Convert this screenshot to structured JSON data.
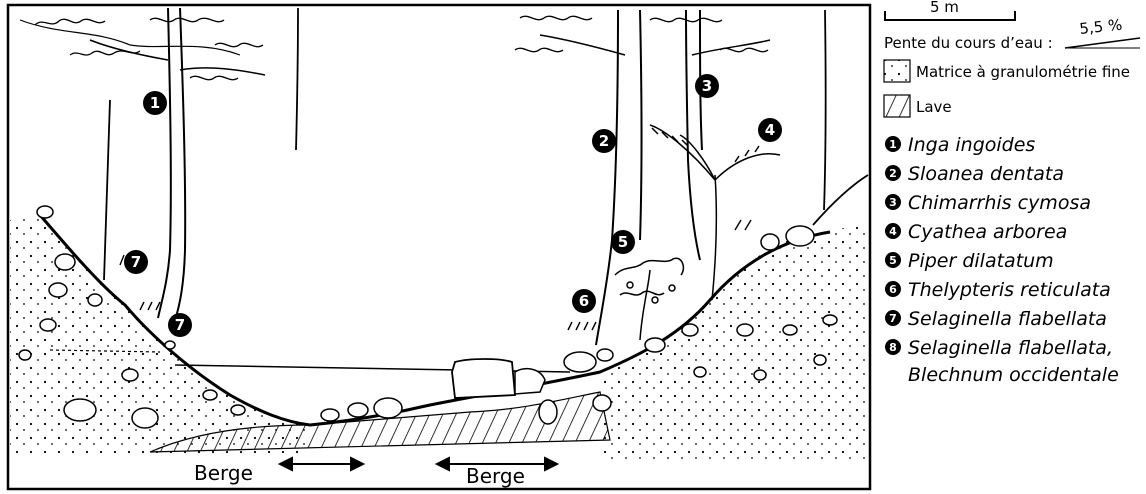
{
  "diagram": {
    "bank_left_label": "Berge",
    "bank_right_label": "Berge",
    "markers": [
      {
        "id": "m1",
        "num": "1"
      },
      {
        "id": "m2",
        "num": "2"
      },
      {
        "id": "m3",
        "num": "3"
      },
      {
        "id": "m4",
        "num": "4"
      },
      {
        "id": "m5",
        "num": "5"
      },
      {
        "id": "m6",
        "num": "6"
      },
      {
        "id": "m7a",
        "num": "7"
      },
      {
        "id": "m7b",
        "num": "7"
      }
    ]
  },
  "legend": {
    "scale_label": "5 m",
    "slope_label": "Pente du cours d’eau :",
    "slope_value": "5,5 %",
    "matrix_label": "Matrice à granulométrie fine",
    "lava_label": "Lave",
    "species": [
      {
        "num": "1",
        "name": "Inga ingoides"
      },
      {
        "num": "2",
        "name": "Sloanea dentata"
      },
      {
        "num": "3",
        "name": "Chimarrhis cymosa"
      },
      {
        "num": "4",
        "name": "Cyathea arborea"
      },
      {
        "num": "5",
        "name": "Piper dilatatum"
      },
      {
        "num": "6",
        "name": "Thelypteris reticulata"
      },
      {
        "num": "7",
        "name": "Selaginella flabellata"
      },
      {
        "num": "8",
        "name": "Selaginella flabellata,",
        "name2": "Blechnum occidentale"
      }
    ]
  },
  "colors": {
    "ink": "#000000",
    "paper": "#ffffff"
  }
}
